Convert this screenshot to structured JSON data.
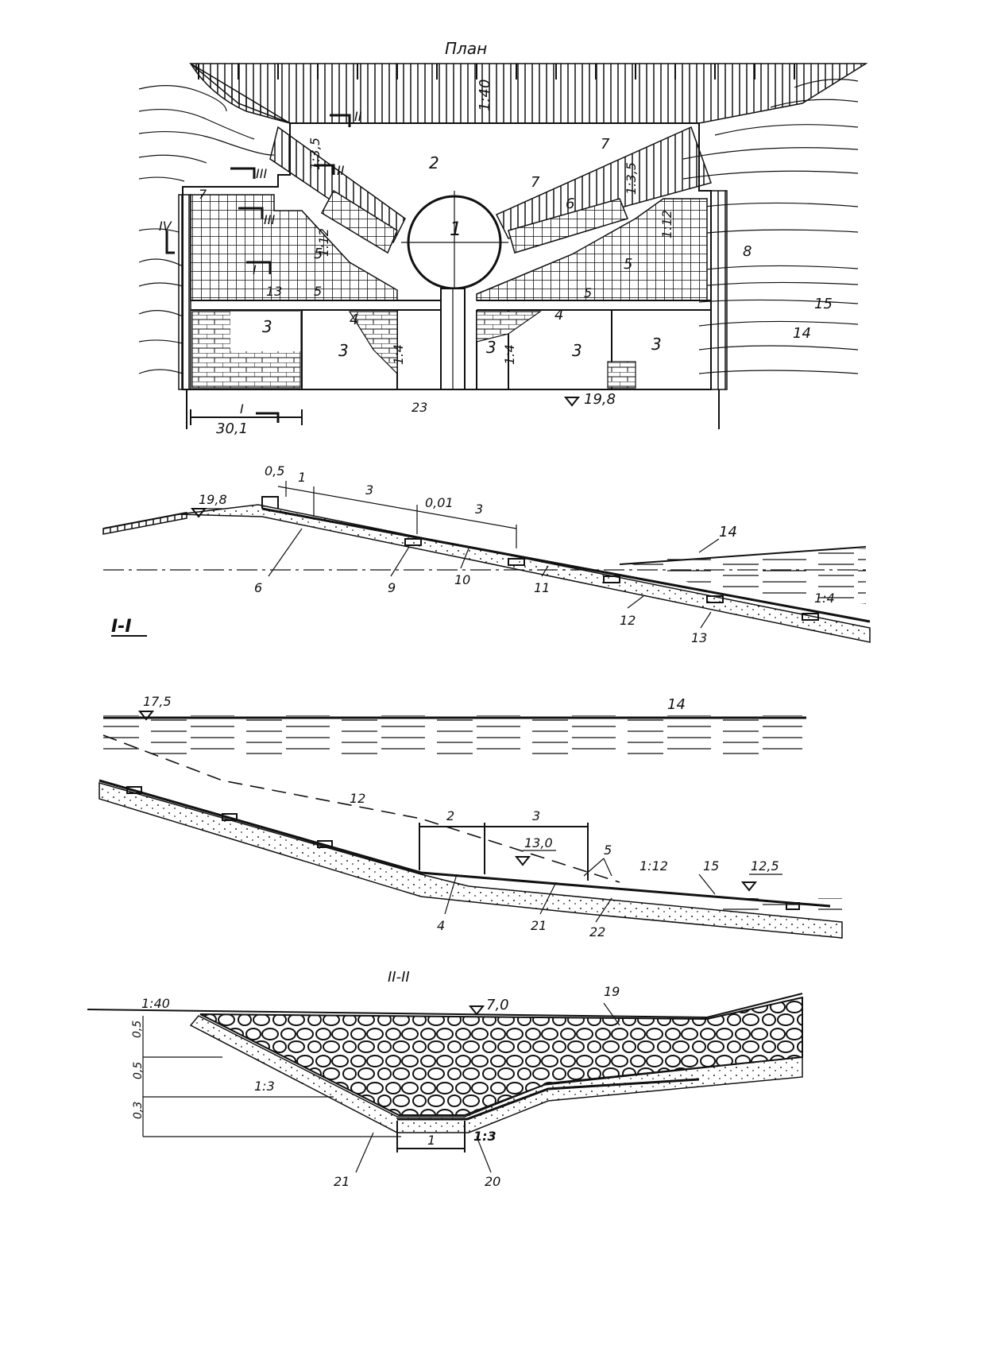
{
  "plan": {
    "title": "План",
    "labels": [
      "1",
      "2",
      "3",
      "3",
      "3",
      "3",
      "3",
      "4",
      "4",
      "5",
      "5",
      "5",
      "5",
      "6",
      "7",
      "7",
      "7",
      "8",
      "13",
      "14",
      "15",
      "23"
    ],
    "slopes": {
      "top": "1:40",
      "left_arm": "1:3,5",
      "right_arm": "1:3,5",
      "left_field": "1:12",
      "right_field": "1:12",
      "mid_left": "1:4",
      "mid_right": "1:4"
    },
    "sections": {
      "s1": "I",
      "s2": "II",
      "s3": "III",
      "s4": "IV"
    },
    "elevation": "19,8",
    "width_dim": "30,1"
  },
  "section_1": {
    "title": "I-I",
    "elevation": "19,8",
    "dims": [
      "0,5",
      "1",
      "3",
      "0,01",
      "3"
    ],
    "labels": [
      "6",
      "9",
      "10",
      "11",
      "12",
      "13",
      "14"
    ],
    "slope": "1:4"
  },
  "section_lower": {
    "elevations": [
      "17,5",
      "13,0",
      "12,5"
    ],
    "dims": [
      "2",
      "3"
    ],
    "labels": [
      "14",
      "12",
      "4",
      "21",
      "22",
      "5",
      "15"
    ],
    "slope": "1:12"
  },
  "section_2": {
    "title": "II-II",
    "slope_top": "1:40",
    "elevation": "7,0",
    "layers": [
      "0,5",
      "0,5",
      "0,3"
    ],
    "slope_left": "1:3",
    "slope_right": "1:3",
    "dim_bottom": "1",
    "labels": [
      "19",
      "21",
      "20"
    ]
  }
}
